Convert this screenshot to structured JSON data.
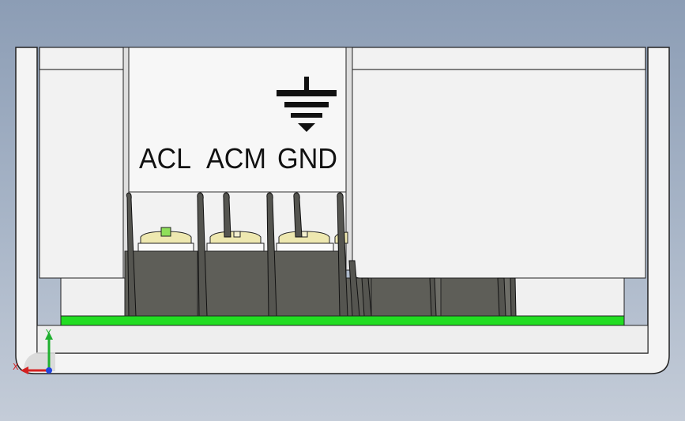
{
  "cad_view": {
    "labels": {
      "acl": "ACL",
      "acm": "ACM",
      "gnd": "GND"
    },
    "ground_symbol": "ground-icon",
    "triad": {
      "x_label": "X",
      "y_label": "Y"
    },
    "colors": {
      "pcb": "#22dd22",
      "housing": "#f2f2f2",
      "terminal_block": "#5e5e58",
      "screw": "#eee8b0",
      "axis_x": "#d42020",
      "axis_y": "#1fb02f",
      "axis_z": "#2244dd"
    }
  }
}
